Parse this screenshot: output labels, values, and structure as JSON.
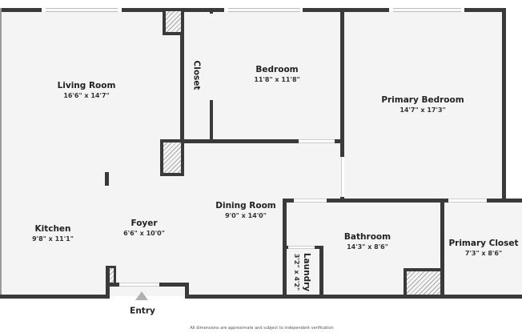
{
  "floorplan": {
    "rooms": [
      {
        "id": "living-room",
        "name": "Living Room",
        "dims": "16'6\" x 14'7\""
      },
      {
        "id": "closet",
        "name": "Closet",
        "dims": ""
      },
      {
        "id": "bedroom",
        "name": "Bedroom",
        "dims": "11'8\" x 11'8\""
      },
      {
        "id": "primary-bedroom",
        "name": "Primary Bedroom",
        "dims": "14'7\" x 17'3\""
      },
      {
        "id": "dining-room",
        "name": "Dining Room",
        "dims": "9'0\" x 14'0\""
      },
      {
        "id": "kitchen",
        "name": "Kitchen",
        "dims": "9'8\" x 11'1\""
      },
      {
        "id": "foyer",
        "name": "Foyer",
        "dims": "6'6\" x 10'0\""
      },
      {
        "id": "bathroom",
        "name": "Bathroom",
        "dims": "14'3\" x 8'6\""
      },
      {
        "id": "laundry",
        "name": "Laundry",
        "dims": "3'2\" x 4'2\""
      },
      {
        "id": "primary-closet",
        "name": "Primary Closet",
        "dims": "7'3\" x 8'6\""
      }
    ],
    "entry_label": "Entry",
    "footnote": "All dimensions are approximate and subject to independent verification",
    "colors": {
      "wall": "#3a3a3a",
      "floor": "#f4f4f4",
      "background": "#ffffff",
      "hatch": "#a9a9a9"
    }
  }
}
